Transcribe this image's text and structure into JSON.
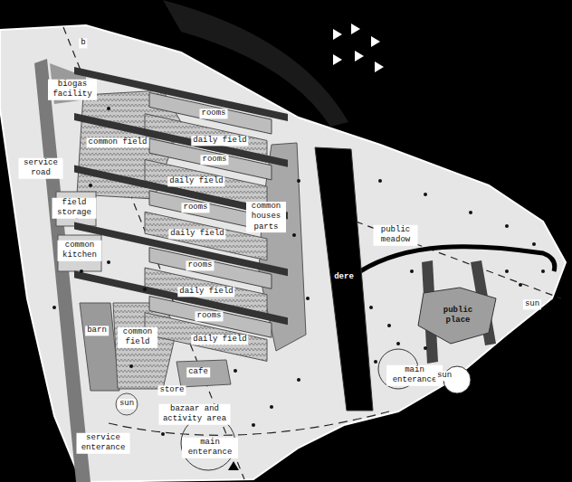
{
  "diagram": {
    "nodes": [
      {
        "text": [
          "dere"
        ]
      },
      {
        "text": [
          "public place"
        ]
      }
    ],
    "labels": [
      "b",
      "biogas facility",
      "rooms",
      "daily field",
      "common field",
      "rooms",
      "service road",
      "daily field",
      "rooms",
      "field storage",
      "common houses parts",
      "public meadow",
      "common kitchen",
      "daily field",
      "rooms",
      "daily field",
      "rooms",
      "barn",
      "common field",
      "daily field",
      "sun",
      "main enterance",
      "sun",
      "cafe",
      "store",
      "sun",
      "bazaar and activity area",
      "service enterance",
      "main enterance"
    ]
  }
}
